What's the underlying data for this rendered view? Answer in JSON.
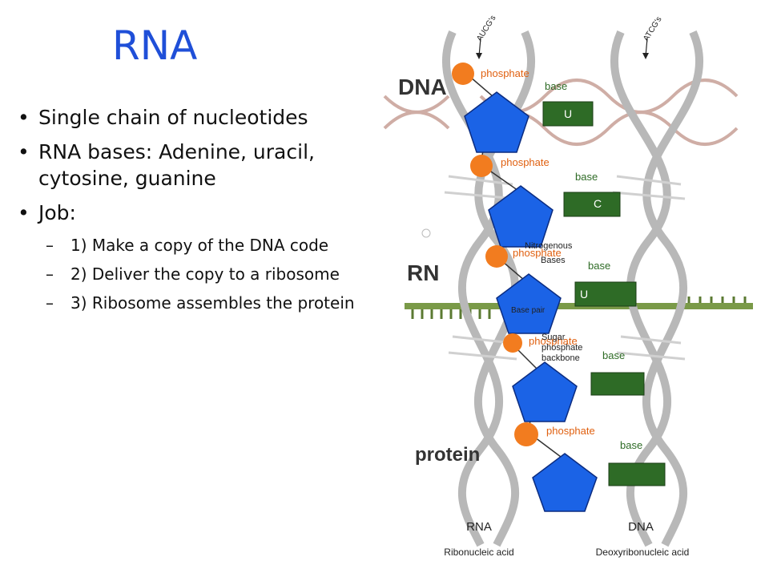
{
  "slide": {
    "title": "RNA"
  },
  "bullets": [
    {
      "text": "Single chain of nucleotides"
    },
    {
      "text": "RNA bases: Adenine, uracil, cytosine, guanine"
    },
    {
      "text": "Job:",
      "sub": [
        "1) Make a copy of the DNA code",
        "2) Deliver the copy to a ribosome",
        "3) Ribosome assembles the protein"
      ]
    }
  ],
  "diagram": {
    "top_left_label": "AUCG's",
    "top_right_label": "ATCG's",
    "dna_label": "DNA",
    "rna_label": "RN",
    "protein_label": "protein",
    "phosphate": "phosphate",
    "base": "base",
    "bases": [
      "U",
      "C",
      "U"
    ],
    "nitrogenous": "Nitrogenous",
    "bases_word": "Bases",
    "base_pair": "Base pair",
    "sugar": "Sugar",
    "phosphate_backbone": "phosphate",
    "backbone": "backbone",
    "rna_caption": "RNA",
    "dna_caption": "DNA",
    "rna_sub": "Ribonucleic acid",
    "dna_sub": "Deoxyribonucleic acid"
  },
  "colors": {
    "title": "#1f4fd8",
    "pentagon": "#1b63e6",
    "phosphate": "#f27c1f",
    "base_box": "#2e6b26",
    "bar": "#7a9a48"
  }
}
